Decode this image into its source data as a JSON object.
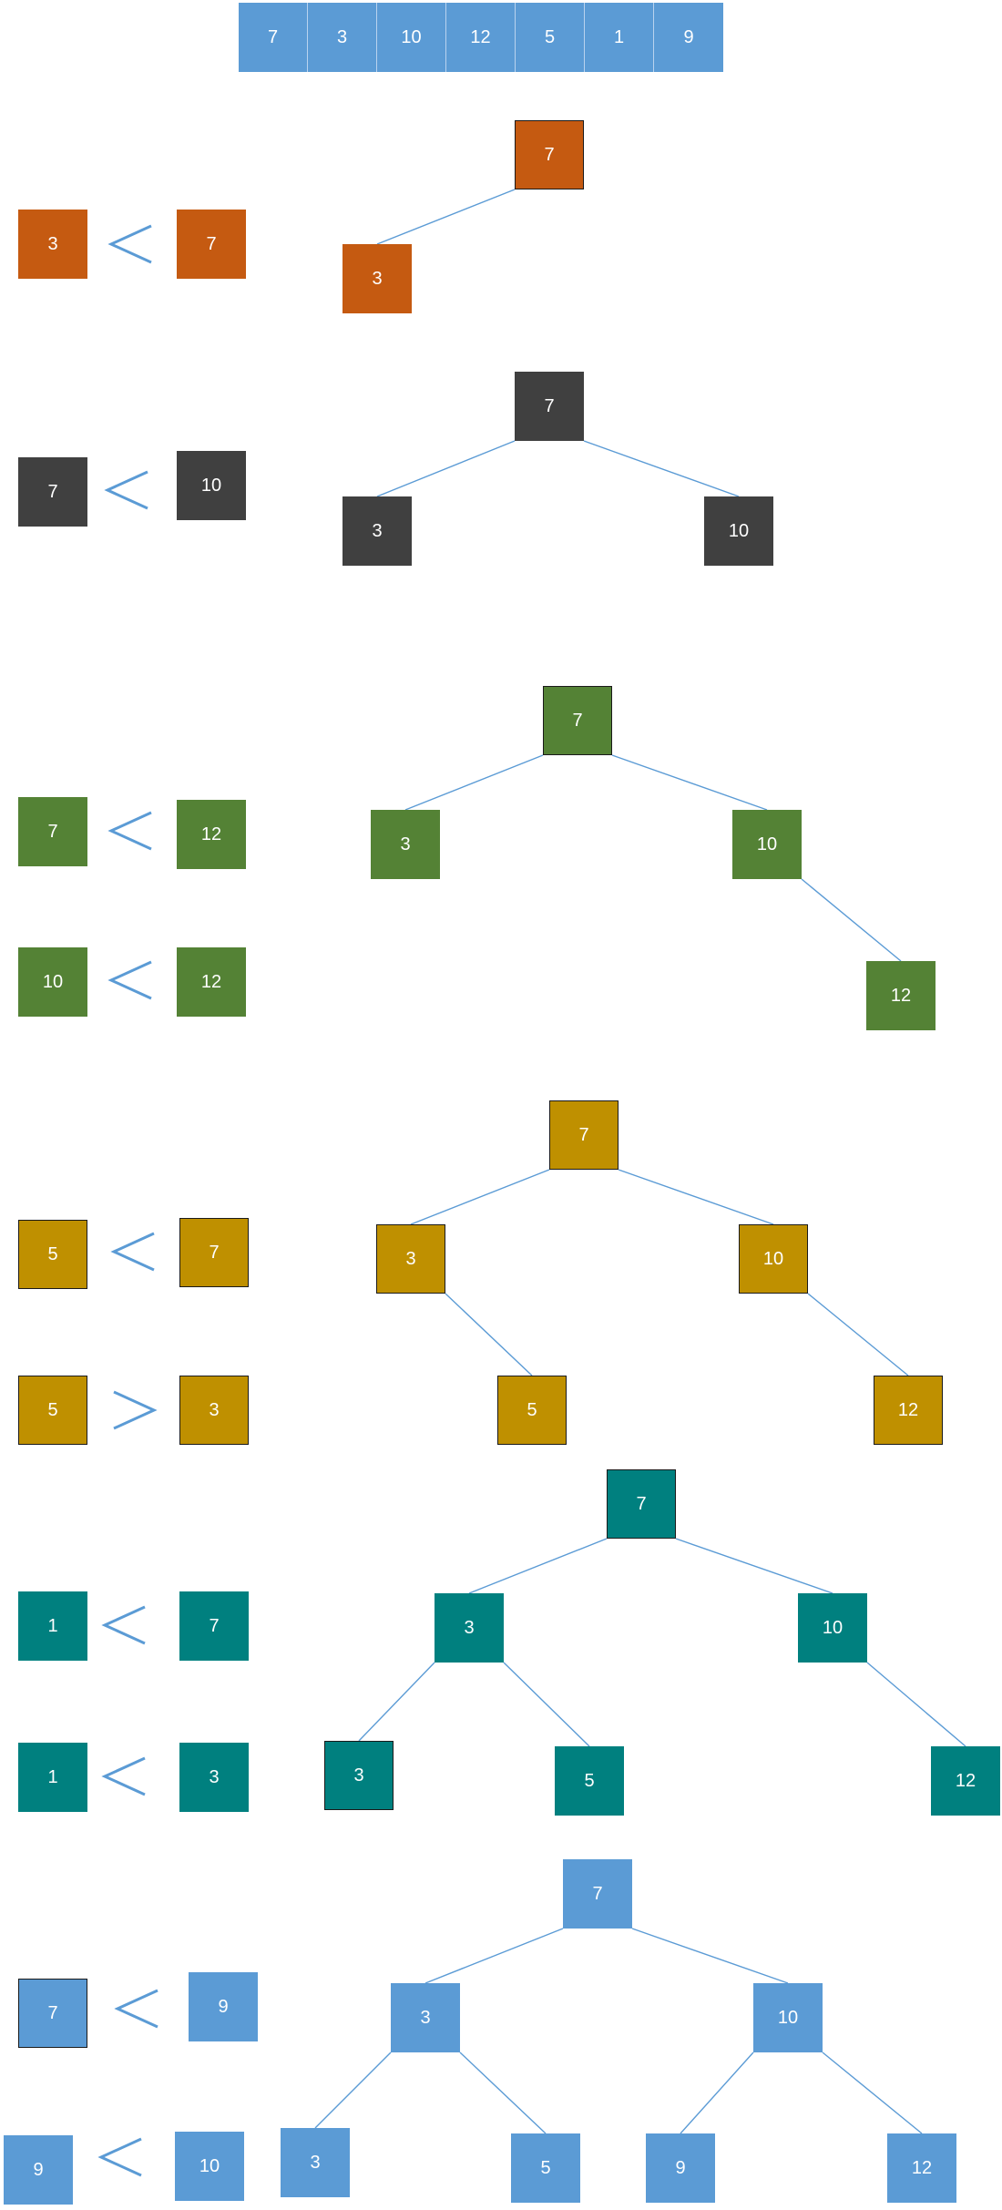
{
  "colors": {
    "blue": "#5b9bd5",
    "orange": "#c55a11",
    "gray": "#404040",
    "green": "#548235",
    "gold": "#bf9000",
    "teal": "#00807f",
    "line": "#5b9bd5"
  },
  "array": [
    "7",
    "3",
    "10",
    "12",
    "5",
    "1",
    "9"
  ],
  "steps": [
    {
      "color_key": "orange",
      "comparisons": [
        {
          "left": "3",
          "symbol": "less-than",
          "right": "7"
        }
      ],
      "nodes": [
        {
          "id": "n7",
          "label": "7",
          "parent": null
        },
        {
          "id": "n3",
          "label": "3",
          "parent": "n7"
        }
      ]
    },
    {
      "color_key": "gray",
      "comparisons": [
        {
          "left": "7",
          "symbol": "less-than",
          "right": "10"
        }
      ],
      "nodes": [
        {
          "id": "n7",
          "label": "7",
          "parent": null
        },
        {
          "id": "n3",
          "label": "3",
          "parent": "n7"
        },
        {
          "id": "n10",
          "label": "10",
          "parent": "n7"
        }
      ]
    },
    {
      "color_key": "green",
      "comparisons": [
        {
          "left": "7",
          "symbol": "less-than",
          "right": "12"
        },
        {
          "left": "10",
          "symbol": "less-than",
          "right": "12"
        }
      ],
      "nodes": [
        {
          "id": "n7",
          "label": "7",
          "parent": null
        },
        {
          "id": "n3",
          "label": "3",
          "parent": "n7"
        },
        {
          "id": "n10",
          "label": "10",
          "parent": "n7"
        },
        {
          "id": "n12",
          "label": "12",
          "parent": "n10"
        }
      ]
    },
    {
      "color_key": "gold",
      "comparisons": [
        {
          "left": "5",
          "symbol": "less-than",
          "right": "7"
        },
        {
          "left": "5",
          "symbol": "greater-than",
          "right": "3"
        }
      ],
      "nodes": [
        {
          "id": "n7",
          "label": "7",
          "parent": null
        },
        {
          "id": "n3",
          "label": "3",
          "parent": "n7"
        },
        {
          "id": "n10",
          "label": "10",
          "parent": "n7"
        },
        {
          "id": "n5",
          "label": "5",
          "parent": "n3"
        },
        {
          "id": "n12",
          "label": "12",
          "parent": "n10"
        }
      ]
    },
    {
      "color_key": "teal",
      "comparisons": [
        {
          "left": "1",
          "symbol": "less-than",
          "right": "7"
        },
        {
          "left": "1",
          "symbol": "less-than",
          "right": "3"
        }
      ],
      "nodes": [
        {
          "id": "n7",
          "label": "7",
          "parent": null
        },
        {
          "id": "n3",
          "label": "3",
          "parent": "n7"
        },
        {
          "id": "n10",
          "label": "10",
          "parent": "n7"
        },
        {
          "id": "n1",
          "label": "3",
          "parent": "n3"
        },
        {
          "id": "n5",
          "label": "5",
          "parent": "n3"
        },
        {
          "id": "n12",
          "label": "12",
          "parent": "n10"
        }
      ]
    },
    {
      "color_key": "blue",
      "comparisons": [
        {
          "left": "7",
          "symbol": "less-than",
          "right": "9"
        },
        {
          "left": "9",
          "symbol": "less-than",
          "right": "10"
        }
      ],
      "nodes": [
        {
          "id": "n7",
          "label": "7",
          "parent": null
        },
        {
          "id": "n3",
          "label": "3",
          "parent": "n7"
        },
        {
          "id": "n10",
          "label": "10",
          "parent": "n7"
        },
        {
          "id": "n1",
          "label": "3",
          "parent": "n3"
        },
        {
          "id": "n5",
          "label": "5",
          "parent": "n3"
        },
        {
          "id": "n9",
          "label": "9",
          "parent": "n10"
        },
        {
          "id": "n12",
          "label": "12",
          "parent": "n10"
        }
      ]
    }
  ]
}
